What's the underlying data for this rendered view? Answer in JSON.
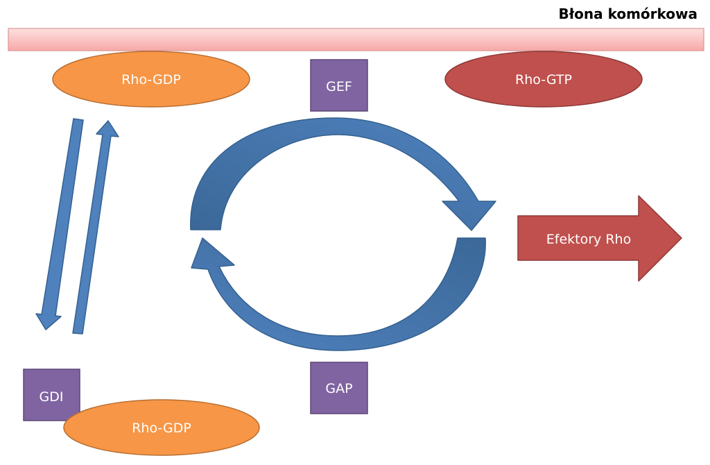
{
  "membrane": {
    "label": "Błona komórkowa",
    "color": "#f9b7b6"
  },
  "nodes": {
    "rho_gdp_top": {
      "label": "Rho-GDP",
      "color": "#f79646"
    },
    "gef": {
      "label": "GEF",
      "color": "#8064a2"
    },
    "rho_gtp": {
      "label": "Rho-GTP",
      "color": "#c0504d"
    },
    "effectors": {
      "label": "Efektory Rho",
      "color": "#c0504d"
    },
    "gap": {
      "label": "GAP",
      "color": "#8064a2"
    },
    "gdi": {
      "label": "GDI",
      "color": "#8064a2"
    },
    "rho_gdp_bottom": {
      "label": "Rho-GDP",
      "color": "#f79646"
    }
  },
  "arrows": {
    "color": "#4f81bd",
    "dark": "#34608f"
  }
}
